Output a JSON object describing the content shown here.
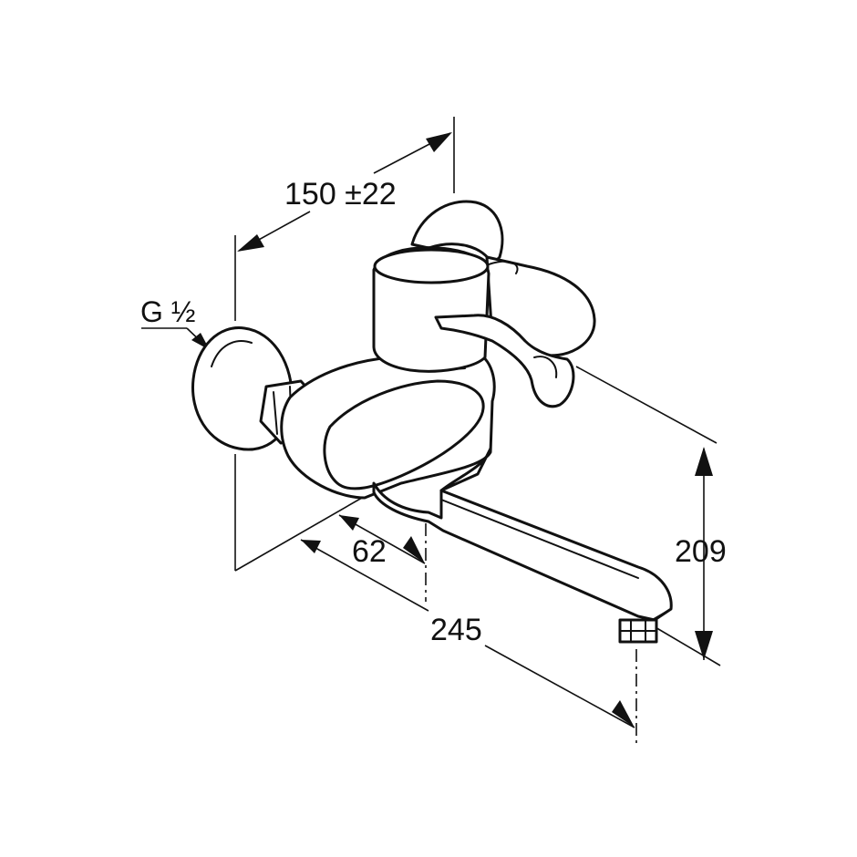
{
  "dimensions": {
    "thread": "G ½",
    "wall_spacing": "150 ±22",
    "body_projection": "62",
    "spout_reach": "245",
    "spout_height": "209"
  },
  "colors": {
    "line": "#111111",
    "background": "#ffffff"
  }
}
